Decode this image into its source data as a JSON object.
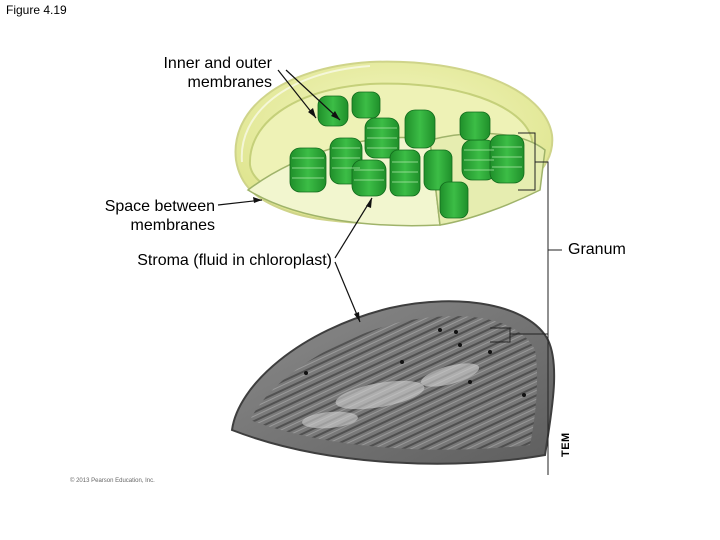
{
  "figure_number": "Figure 4.19",
  "labels": {
    "inner_outer": "Inner and outer membranes",
    "space_between": "Space between membranes",
    "stroma": "Stroma (fluid in chloroplast)",
    "granum": "Granum",
    "tem": "TEM"
  },
  "copyright": "© 2013 Pearson Education, Inc."
}
